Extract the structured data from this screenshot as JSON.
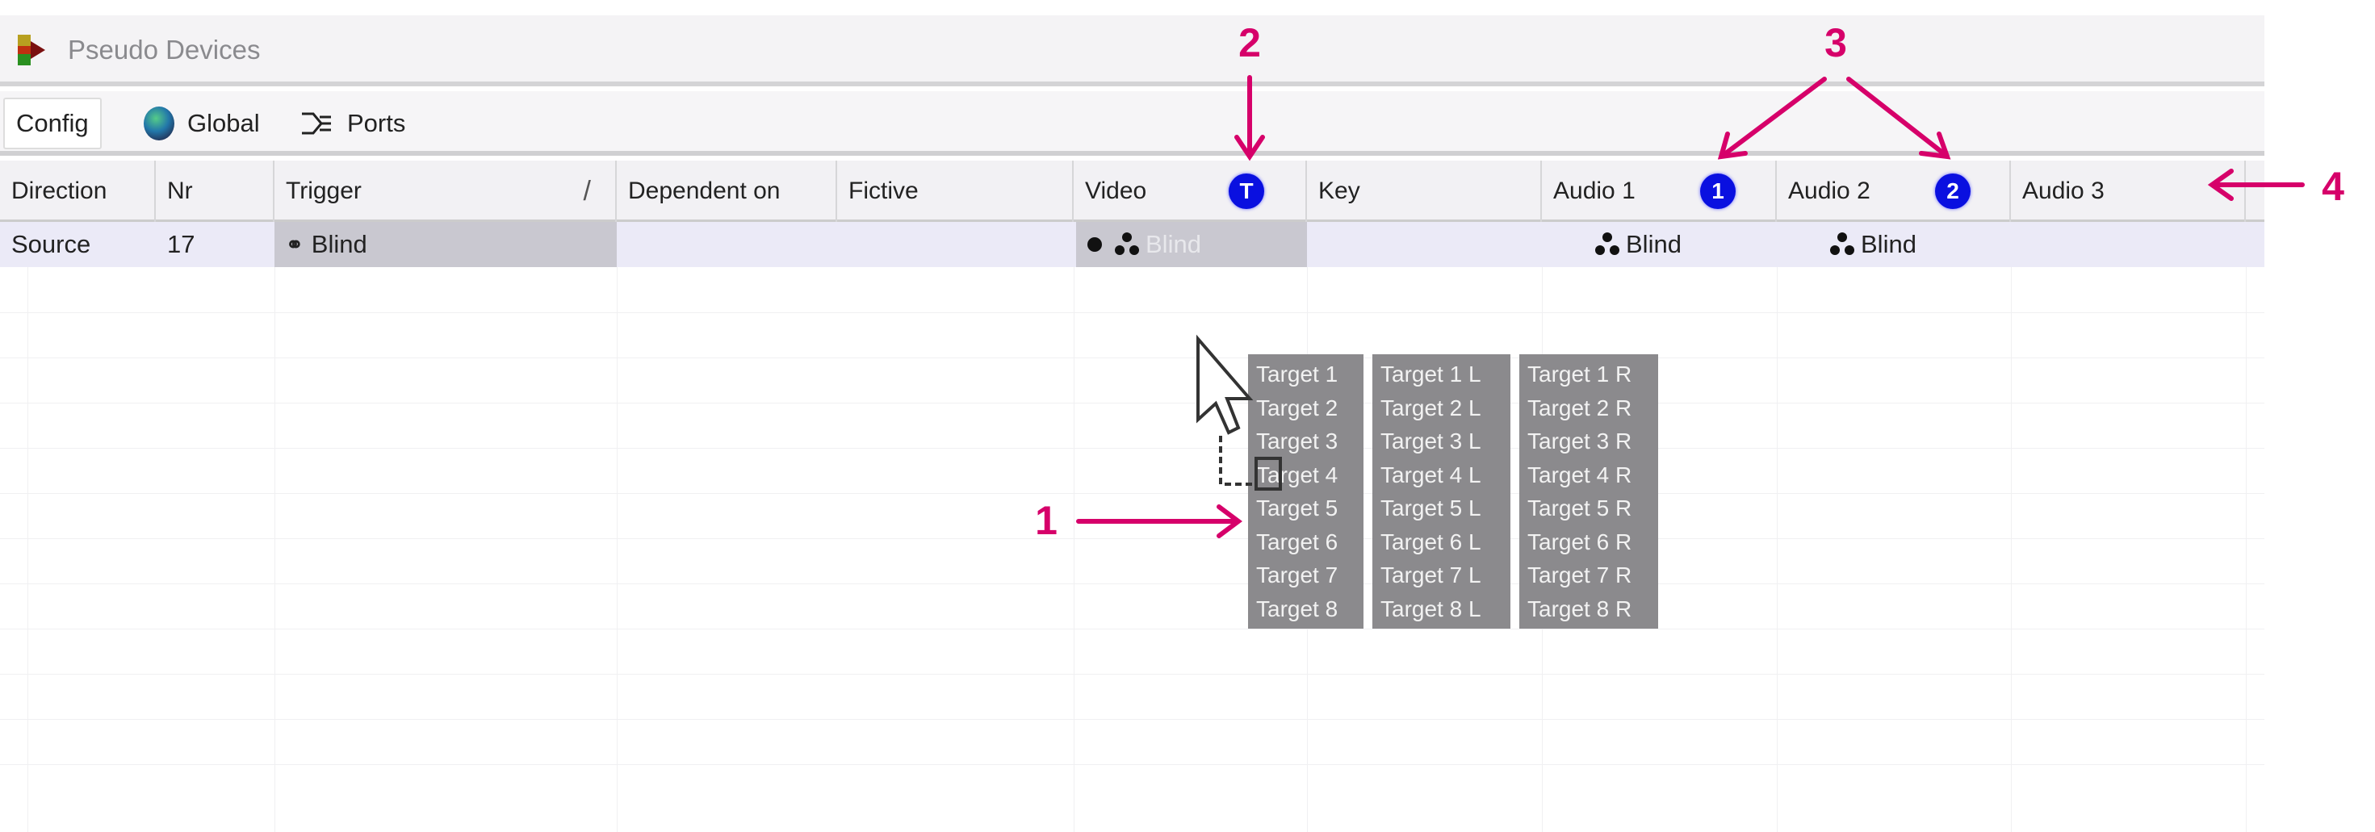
{
  "window": {
    "title": "Pseudo Devices"
  },
  "tabs": [
    {
      "label": "Config",
      "icon": "none"
    },
    {
      "label": "Global",
      "icon": "globe-icon"
    },
    {
      "label": "Ports",
      "icon": "ports-icon"
    }
  ],
  "columns": [
    "Direction",
    "Nr",
    "Trigger",
    "Dependent on",
    "Fictive",
    "Video",
    "Key",
    "Audio 1",
    "Audio 2",
    "Audio 3"
  ],
  "header_badges": {
    "video": "T",
    "audio1": "1",
    "audio2": "2"
  },
  "row": {
    "direction": "Source",
    "nr": "17",
    "trigger": "Blind",
    "video": "Blind",
    "audio1": "Blind",
    "audio2": "Blind"
  },
  "popup": {
    "video_targets": [
      "Target 1",
      "Target 2",
      "Target 3",
      "Target 4",
      "Target 5",
      "Target 6",
      "Target 7",
      "Target 8"
    ],
    "left_targets": [
      "Target 1 L",
      "Target 2 L",
      "Target 3 L",
      "Target 4 L",
      "Target 5 L",
      "Target 6 L",
      "Target 7 L",
      "Target 8 L"
    ],
    "right_targets": [
      "Target 1 R",
      "Target 2 R",
      "Target 3 R",
      "Target 4 R",
      "Target 5 R",
      "Target 6 R",
      "Target 7 R",
      "Target 8 R"
    ]
  },
  "annotations": {
    "a1": "1",
    "a2": "2",
    "a3": "3",
    "a4": "4",
    "color": "#d6006a",
    "badge_color": "#0a10e0"
  }
}
